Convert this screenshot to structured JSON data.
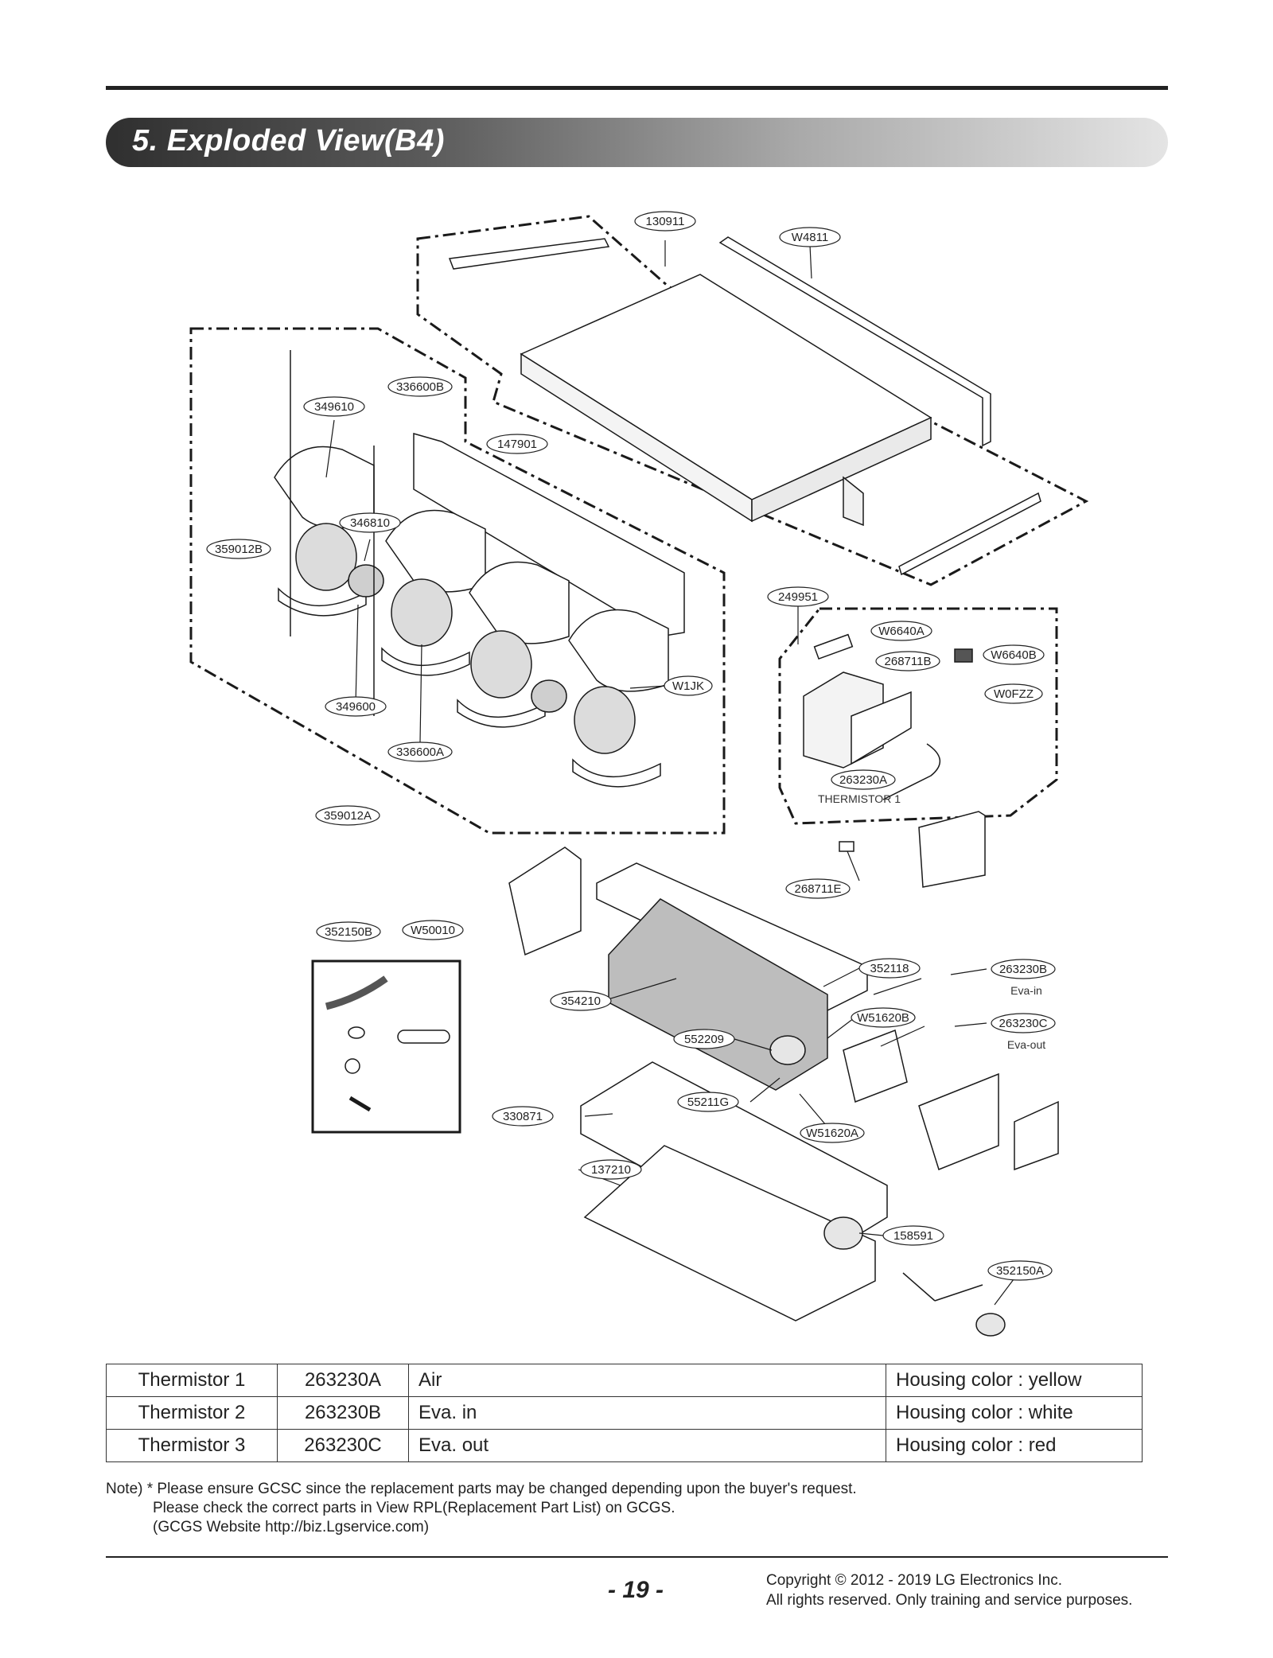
{
  "header": {
    "title": "5. Exploded View(B4)"
  },
  "diagram": {
    "labels": {
      "p130911": "130911",
      "w4811": "W4811",
      "p336600b": "336600B",
      "p349610": "349610",
      "p147901": "147901",
      "p346810": "346810",
      "p359012b": "359012B",
      "p349600": "349600",
      "p336600a": "336600A",
      "p359012a": "359012A",
      "w1jk": "W1JK",
      "p249951": "249951",
      "w6640a": "W6640A",
      "p268711b": "268711B",
      "w6640b": "W6640B",
      "w0fzz": "W0FZZ",
      "p263230a": "263230A",
      "thermistor1": "THERMISTOR 1",
      "p268711e": "268711E",
      "p352150b": "352150B",
      "w50010": "W50010",
      "p352118": "352118",
      "p263230b": "263230B",
      "eva_in": "Eva-in",
      "p354210": "354210",
      "w51620b": "W51620B",
      "p263230c": "263230C",
      "eva_out": "Eva-out",
      "p552209": "552209",
      "p55211g": "55211G",
      "p330871": "330871",
      "w51620a": "W51620A",
      "p137210": "137210",
      "p158591": "158591",
      "p352150a": "352150A"
    }
  },
  "thermistor_table": {
    "rows": [
      {
        "name": "Thermistor 1",
        "part": "263230A",
        "location": "Air",
        "housing": "Housing color : yellow"
      },
      {
        "name": "Thermistor 2",
        "part": "263230B",
        "location": "Eva. in",
        "housing": "Housing color : white"
      },
      {
        "name": "Thermistor 3",
        "part": "263230C",
        "location": "Eva. out",
        "housing": "Housing color : red"
      }
    ]
  },
  "note": {
    "line1": "Note) * Please ensure GCSC since the replacement parts may be changed depending upon the buyer's request.",
    "line2": "Please check the correct parts in View RPL(Replacement Part List) on GCGS.",
    "line3": "(GCGS Website http://biz.Lgservice.com)"
  },
  "footer": {
    "page": "- 19 -",
    "copyright1": "Copyright © 2012 - 2019 LG Electronics Inc.",
    "copyright2": "All rights reserved. Only training and service purposes."
  }
}
